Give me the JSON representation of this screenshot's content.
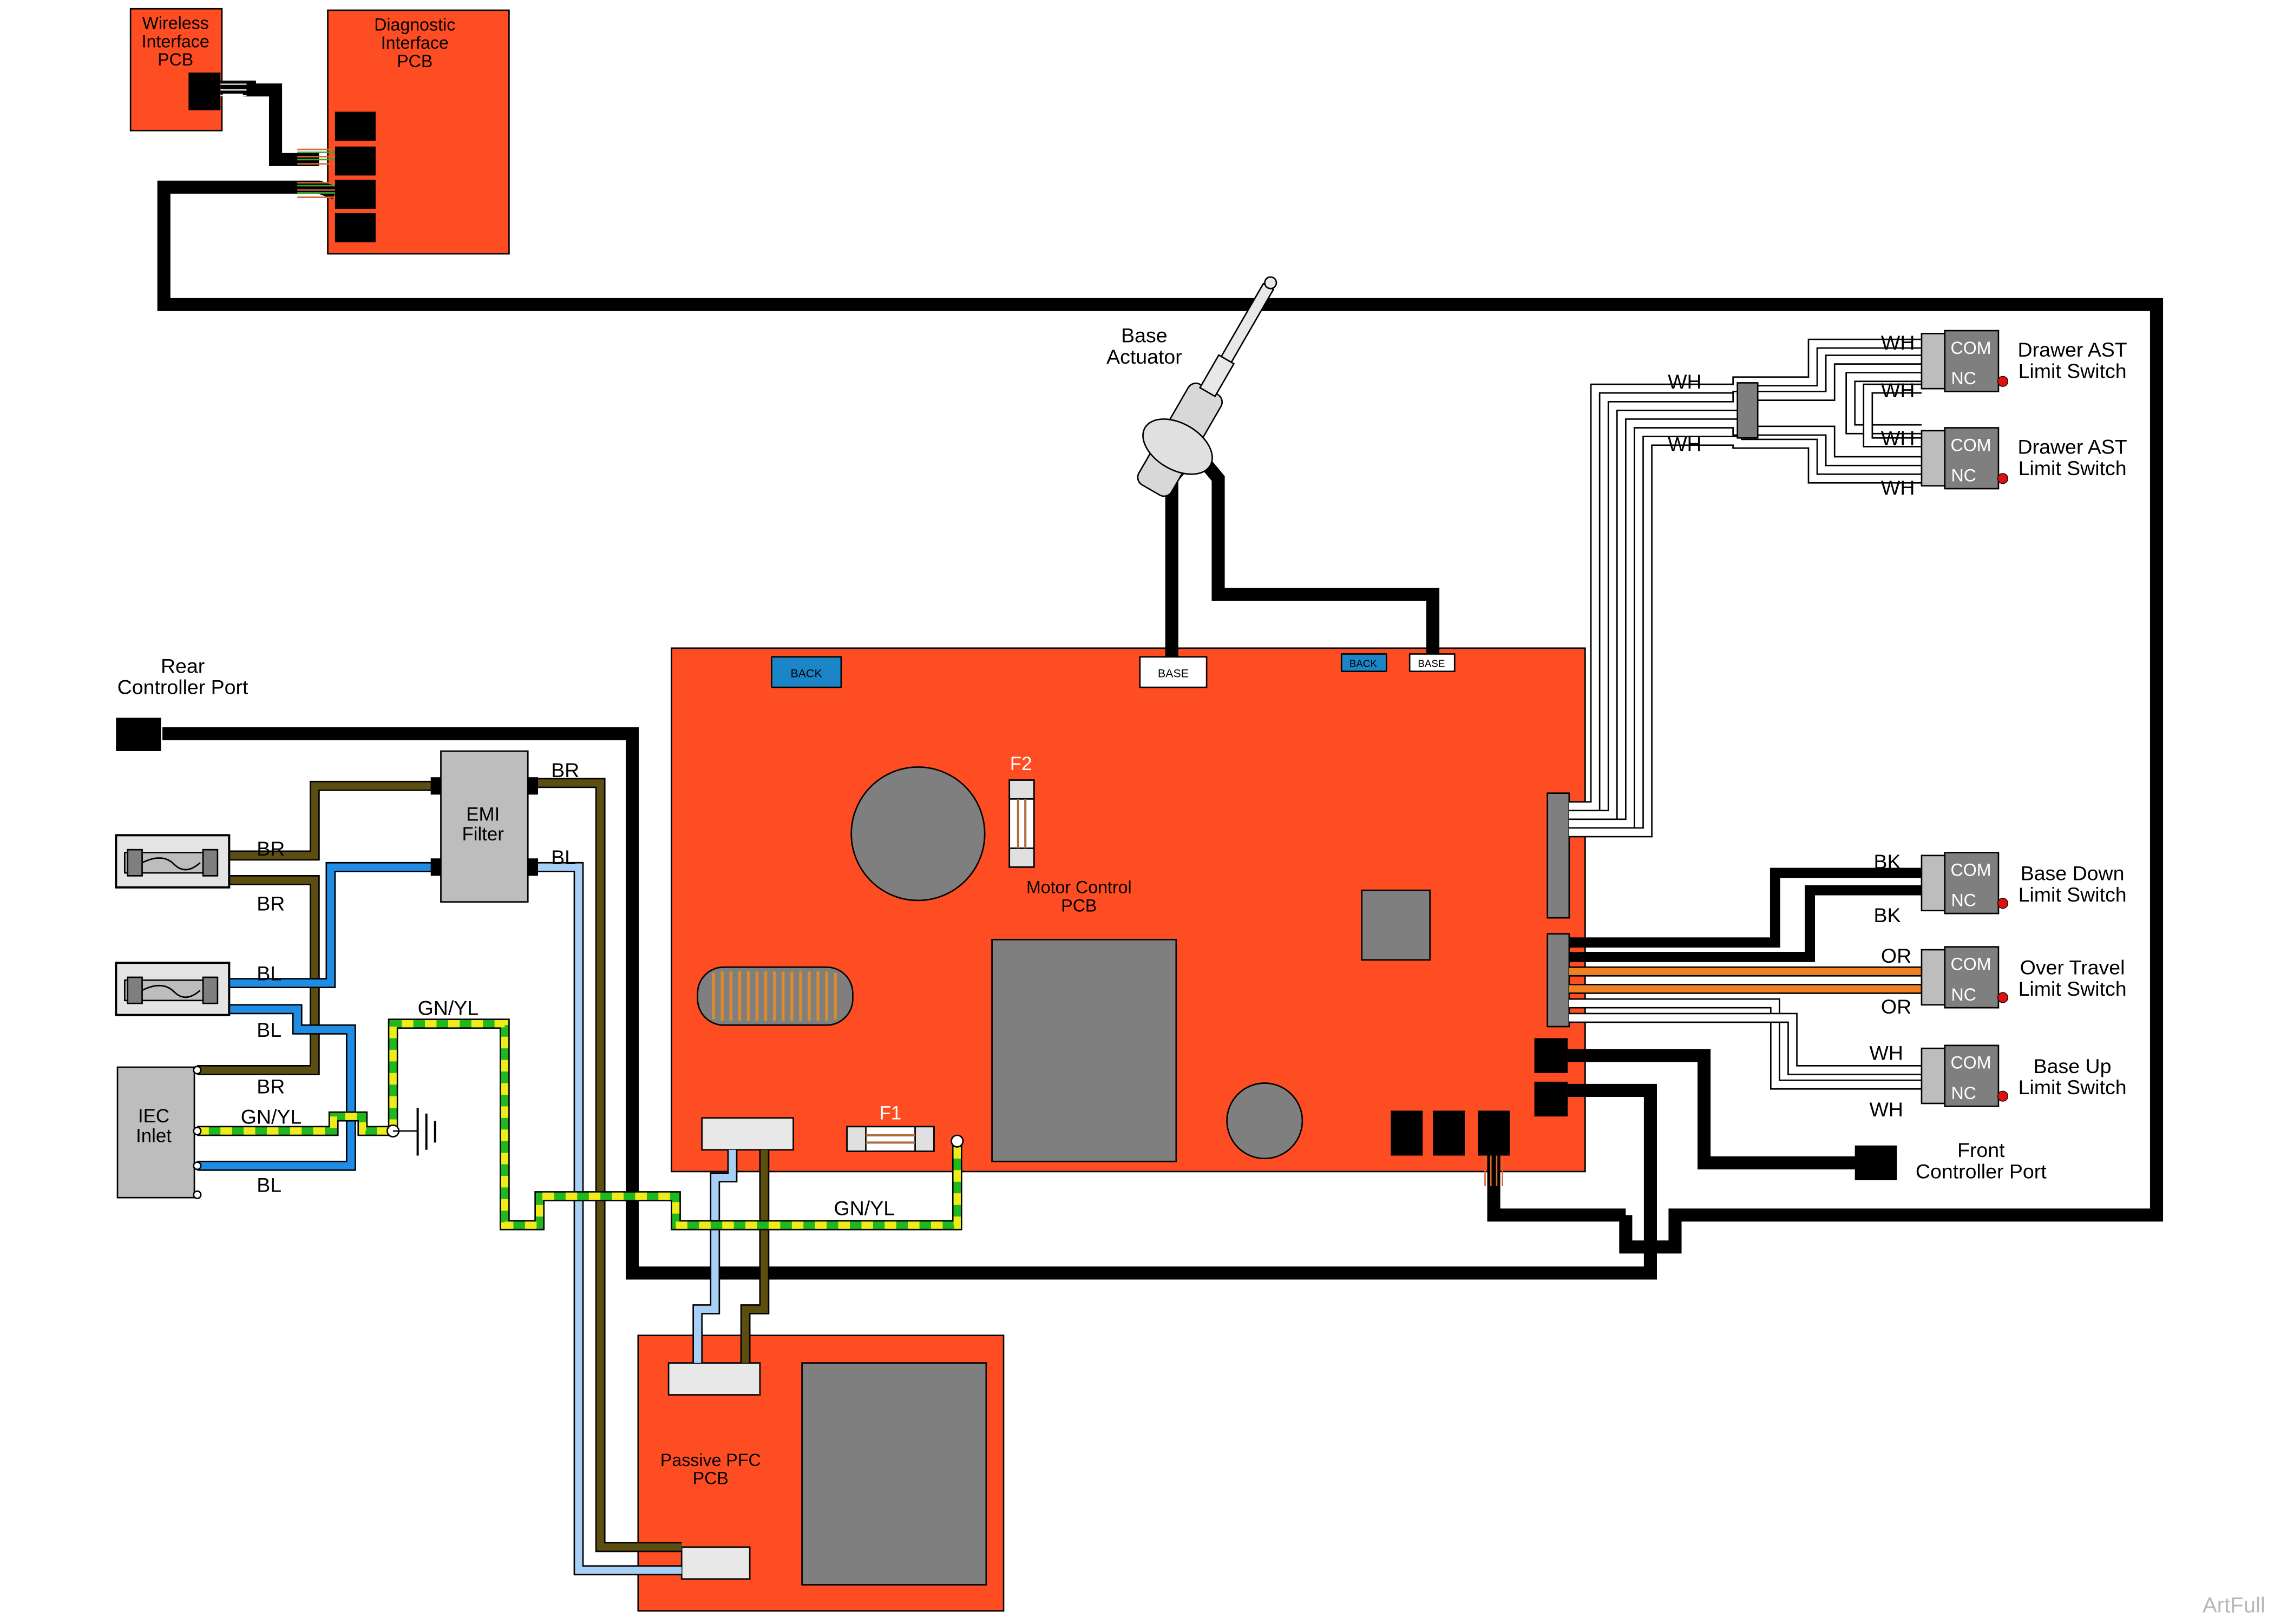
{
  "colors": {
    "pcb": "#ff4d23",
    "component_gray": "#7f7f7f",
    "light_gray": "#bdbdbd",
    "black_wire": "#000000",
    "brown_wire": "#5c4e10",
    "blue_wire": "#1f8ce6",
    "light_blue_wire": "#a6d0f5",
    "green_wire": "#1fb81f",
    "yellow_wire": "#f0ec1a",
    "orange_wire": "#f08020",
    "back_connector": "#1b85c8"
  },
  "pcbs": {
    "wireless": "Wireless\nInterface\nPCB",
    "diagnostic": "Diagnostic\nInterface\nPCB",
    "motor_control": "Motor Control\nPCB",
    "passive_pfc": "Passive PFC\nPCB"
  },
  "components": {
    "base_actuator": "Base\nActuator",
    "rear_controller_port": "Rear\nController Port",
    "front_controller_port": "Front\nController Port",
    "emi_filter": "EMI\nFilter",
    "iec_inlet": "IEC\nInlet",
    "fuse_f1": "F1",
    "fuse_f2": "F2"
  },
  "connectors": {
    "back": "BACK",
    "base": "BASE",
    "com": "COM",
    "nc": "NC"
  },
  "switches": [
    {
      "id": "drawer-ast-1",
      "label": "Drawer AST\nLimit Switch"
    },
    {
      "id": "drawer-ast-2",
      "label": "Drawer AST\nLimit Switch"
    },
    {
      "id": "base-down",
      "label": "Base Down\nLimit Switch"
    },
    {
      "id": "over-travel",
      "label": "Over Travel\nLimit Switch"
    },
    {
      "id": "base-up",
      "label": "Base Up\nLimit Switch"
    }
  ],
  "wire_labels": {
    "br": "BR",
    "bl": "BL",
    "gnyl": "GN/YL",
    "wh": "WH",
    "bk": "BK",
    "or": "OR"
  },
  "watermark": "ArtFull"
}
